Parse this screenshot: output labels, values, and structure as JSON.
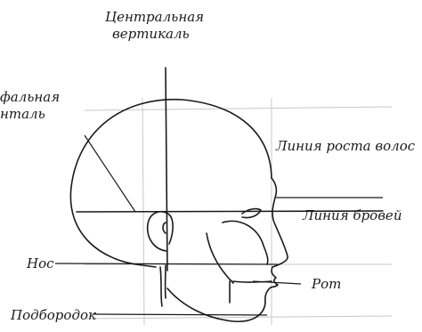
{
  "labels": {
    "center_vertical_l1": "Центральная",
    "center_vertical_l2": "вертикаль",
    "center_horizontal_l1": "фальная",
    "center_horizontal_l2": "нталь",
    "hairline": "Линия роста волос",
    "brow_line": "Линия бровей",
    "nose": "Нос",
    "mouth": "Рот",
    "chin": "Подбородок"
  },
  "colors": {
    "ink": "#1a1a1a",
    "guide": "#c8c8c8"
  }
}
